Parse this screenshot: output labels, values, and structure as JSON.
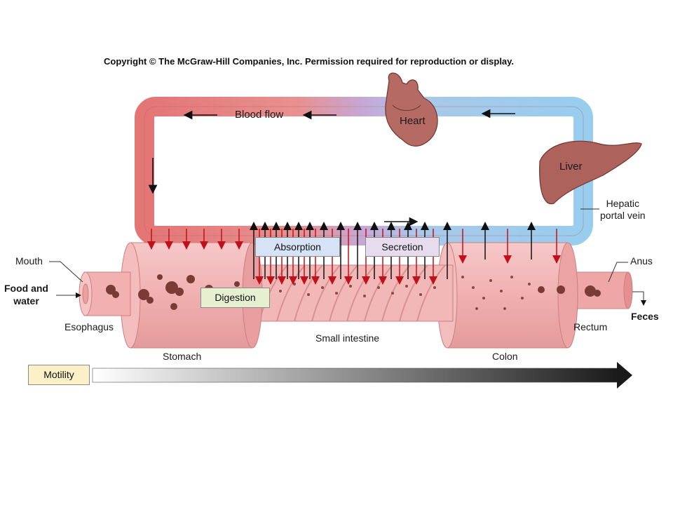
{
  "copyright": "Copyright © The McGraw-Hill Companies, Inc. Permission required for reproduction or display.",
  "labels": {
    "blood_flow": "Blood flow",
    "heart": "Heart",
    "liver": "Liver",
    "hepatic_portal_vein": "Hepatic\nportal vein",
    "mouth": "Mouth",
    "food_and_water": "Food and\nwater",
    "esophagus": "Esophagus",
    "stomach": "Stomach",
    "small_intestine": "Small intestine",
    "colon": "Colon",
    "rectum": "Rectum",
    "anus": "Anus",
    "feces": "Feces"
  },
  "processes": {
    "absorption": "Absorption",
    "secretion": "Secretion",
    "digestion": "Digestion",
    "motility": "Motility"
  },
  "colors": {
    "artery_red": "#e07070",
    "vein_blue": "#9ccfee",
    "tract_pink": "#f2b8b8",
    "arrow_red": "#c0101a",
    "absorption_box": "#d6e2f5",
    "secretion_box": "#e6dcee",
    "digestion_box": "#e6efcf",
    "motility_box": "#fbf0c8",
    "organ_brown": "#a8605a"
  }
}
